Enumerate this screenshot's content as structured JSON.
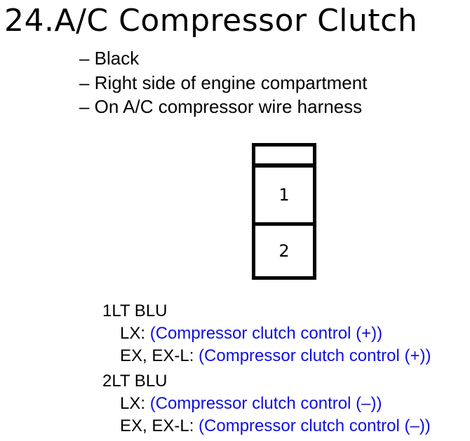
{
  "title": "24.A/C Compressor Clutch",
  "details": [
    "– Black",
    "– Right side of engine compartment",
    "– On A/C compressor wire harness"
  ],
  "connector": {
    "pins": [
      "1",
      "2"
    ]
  },
  "pin_descriptions": [
    {
      "header": "1LT BLU",
      "lines": [
        {
          "model": "LX:",
          "value": "(Compressor clutch control (+))"
        },
        {
          "model": "EX, EX-L:",
          "value": "(Compressor clutch control (+))"
        }
      ]
    },
    {
      "header": "2LT BLU",
      "lines": [
        {
          "model": "LX:",
          "value": "(Compressor clutch control (–))"
        },
        {
          "model": "EX, EX-L:",
          "value": "(Compressor clutch control (–))"
        }
      ]
    }
  ],
  "colors": {
    "value_text": "#1010e0",
    "outline": "#000000"
  }
}
